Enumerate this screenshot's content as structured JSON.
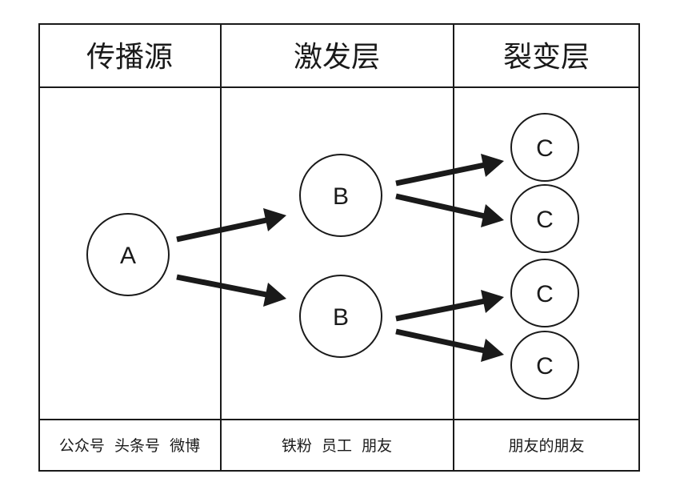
{
  "columns": [
    {
      "header": "传播源",
      "footer": "公众号  头条号  微博"
    },
    {
      "header": "激发层",
      "footer": "铁粉  员工  朋友"
    },
    {
      "header": "裂变层",
      "footer": "朋友的朋友"
    }
  ],
  "nodes": {
    "a": "A",
    "b1": "B",
    "b2": "B",
    "c1": "C",
    "c2": "C",
    "c3": "C",
    "c4": "C"
  },
  "edges": [
    {
      "from": "A",
      "to": "B (upper)"
    },
    {
      "from": "A",
      "to": "B (lower)"
    },
    {
      "from": "B (upper)",
      "to": "C (1)"
    },
    {
      "from": "B (upper)",
      "to": "C (2)"
    },
    {
      "from": "B (lower)",
      "to": "C (3)"
    },
    {
      "from": "B (lower)",
      "to": "C (4)"
    }
  ],
  "colors": {
    "line": "#1a1a1a",
    "background": "#ffffff"
  }
}
